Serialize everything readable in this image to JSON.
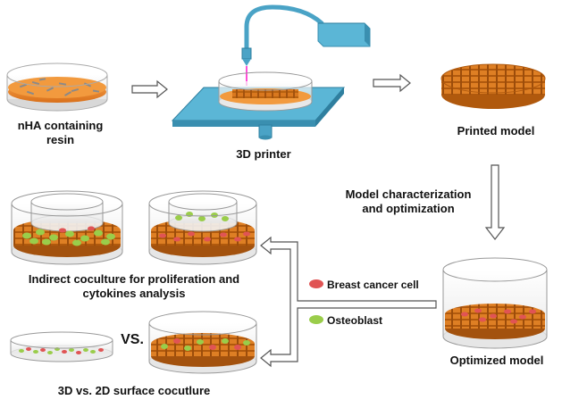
{
  "labels": {
    "resin": [
      "nHA containing",
      "resin"
    ],
    "printer": "3D printer",
    "printed_model": "Printed model",
    "characterization": [
      "Model characterization",
      "and optimization"
    ],
    "optimized_model": "Optimized model",
    "indirect": [
      "Indirect coculture for proliferation and",
      "cytokines analysis"
    ],
    "vs": "VS.",
    "surface": "3D vs. 2D surface cocutlure",
    "legend_cancer": "Breast cancer cell",
    "legend_osteo": "Osteoblast"
  },
  "colors": {
    "resin": "#ee8a2a",
    "scaffold": "#d9781f",
    "scaffold_dark": "#a3520e",
    "printer": "#5bb6d6",
    "printer_dark": "#3a8fb0",
    "cancer_cell": "#e05454",
    "osteoblast": "#9acd4a",
    "laser": "#ff4fd8"
  },
  "icons": {
    "arrow": "hollow-block-arrow",
    "legend_cancer": "red-ellipse-icon",
    "legend_osteo": "green-ellipse-icon"
  }
}
